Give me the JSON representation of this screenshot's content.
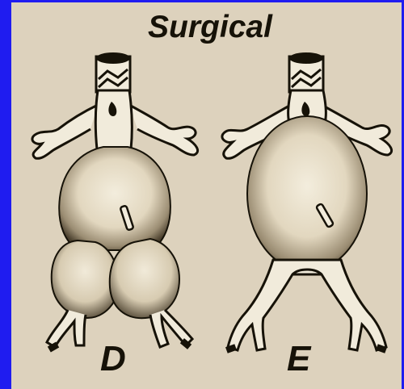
{
  "title": "Surgical",
  "figures": [
    {
      "label": "D"
    },
    {
      "label": "E"
    }
  ],
  "colors": {
    "background": "#1f1cf0",
    "panel": "#ddd2bd",
    "ink": "#161208",
    "vessel_fill": "#f1ebdb"
  }
}
